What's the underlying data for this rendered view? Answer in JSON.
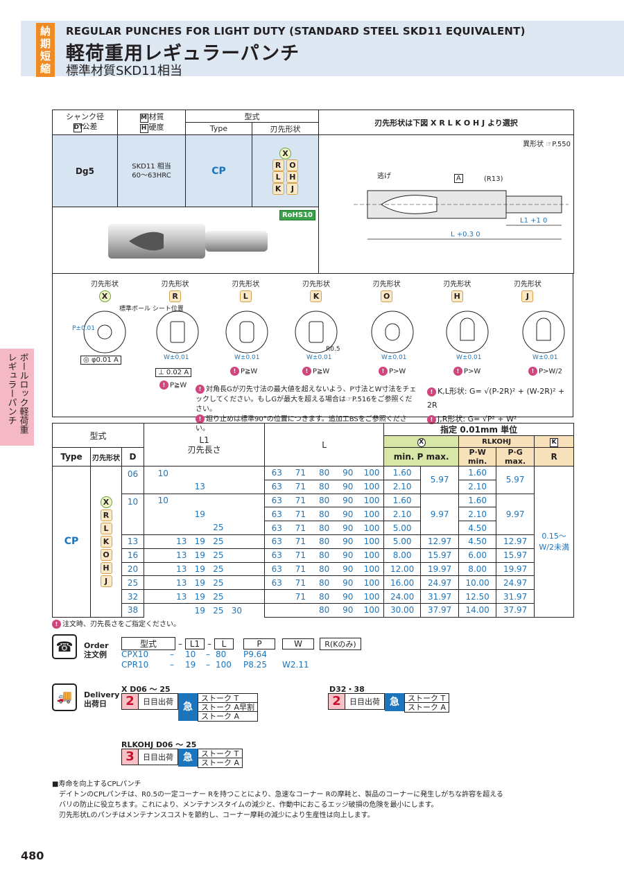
{
  "header": {
    "tag_chars": [
      "納",
      "期",
      "短",
      "縮"
    ],
    "title_en": "REGULAR PUNCHES FOR LIGHT DUTY (STANDARD STEEL SKD11 EQUIVALENT)",
    "title_jp": "軽荷重用レギュラーパンチ",
    "subtitle": "標準材質SKD11相当"
  },
  "side_tab": "ボールロック軽荷重レギュラーパンチ",
  "spec": {
    "col1_head1": "シャンク径",
    "col1_head2": "公差",
    "col1_mark": "DT",
    "col2_head1": "材質",
    "col2_head2": "硬度",
    "col2_mark1": "M",
    "col2_mark2": "H",
    "col3_head": "型式",
    "col3a": "Type",
    "col3b": "刃先形状",
    "dim_head": "刃先形状は下図 X R L K O H J より選択",
    "shank": "Dg5",
    "material": "SKD11 相当",
    "hardness": "60～63HRC",
    "type": "CP",
    "shapes": [
      "X",
      "R",
      "O",
      "L",
      "H",
      "K",
      "J"
    ],
    "rohs": "RoHS10",
    "odd_shape": "異形状 ☞P.550",
    "dim_labels": {
      "relief": "逃げ",
      "r13": "(R13)",
      "a": "A",
      "l1": "L1 +1 0",
      "l": "L +0.3 0"
    }
  },
  "shapes_row": [
    {
      "label": "刃先形状",
      "code": "X",
      "note": "標準ボール シート位置",
      "tol": "◎ φ0.01 A",
      "dim": "P±0.01"
    },
    {
      "label": "刃先形状",
      "code": "R",
      "tol": "⊥ 0.02 A",
      "cond": "P≧W",
      "dim": "W±0.01"
    },
    {
      "label": "刃先形状",
      "code": "L",
      "cond": "P≧W",
      "dim": "W±0.01"
    },
    {
      "label": "刃先形状",
      "code": "K",
      "cond": "P≧W",
      "dim": "W±0.01",
      "r": "R0.5"
    },
    {
      "label": "刃先形状",
      "code": "O",
      "cond": "P>W",
      "dim": "W±0.01"
    },
    {
      "label": "刃先形状",
      "code": "H",
      "cond": "P>W",
      "dim": "W±0.01"
    },
    {
      "label": "刃先形状",
      "code": "J",
      "cond": "P>W/2",
      "dim": "W±0.01"
    }
  ],
  "shape_notes": [
    "対角長Gが刃先寸法の最大値を超えないよう、P寸法とW寸法をチェックしてください。もしGが最大を超える場合は☞P.516をご参照ください。",
    "廻り止めは標準90°の位置につきます。追加工BSをご参照ください。"
  ],
  "formulas": [
    {
      "label": "K,L形状:",
      "expr": "G= √(P-2R)² + (W-2R)² + 2R"
    },
    {
      "label": "J,R形状:",
      "expr": "G= √P² + W²"
    }
  ],
  "table": {
    "h_type": "型式",
    "h_type_a": "Type",
    "h_type_b": "刃先形状",
    "h_d": "D",
    "h_l1": "L1",
    "h_l1_sub": "刃先長さ",
    "h_l": "L",
    "h_unit": "指定 0.01mm 単位",
    "h_x": "X",
    "h_rlkohj": "RLKOHJ",
    "h_k": "K",
    "h_minp": "min. P max.",
    "h_pwmin": "P·W min.",
    "h_pgmax": "P·G max.",
    "h_r": "R",
    "type": "CP",
    "shape_codes": [
      "X",
      "R",
      "L",
      "K",
      "O",
      "H",
      "J"
    ],
    "r_value": "0.15～W/2未満",
    "rows": [
      {
        "d": "06",
        "l1": [
          "10",
          "",
          ""
        ],
        "l": [
          "63",
          "71",
          "80",
          "90",
          "100"
        ],
        "xmin": "1.60",
        "xmax": "5.97",
        "pw": "1.60",
        "pg": "5.97"
      },
      {
        "d": "",
        "l1": [
          "",
          "13",
          ""
        ],
        "l": [
          "63",
          "71",
          "80",
          "90",
          "100"
        ],
        "xmin": "2.10",
        "xmax": "",
        "pw": "2.10",
        "pg": ""
      },
      {
        "d": "10",
        "l1": [
          "10",
          "",
          ""
        ],
        "l": [
          "63",
          "71",
          "80",
          "90",
          "100"
        ],
        "xmin": "1.60",
        "xmax": "9.97",
        "pw": "1.60",
        "pg": "9.97"
      },
      {
        "d": "",
        "l1": [
          "",
          "19",
          ""
        ],
        "l": [
          "63",
          "71",
          "80",
          "90",
          "100"
        ],
        "xmin": "2.10",
        "xmax": "",
        "pw": "2.10",
        "pg": ""
      },
      {
        "d": "",
        "l1": [
          "",
          "",
          "25"
        ],
        "l": [
          "63",
          "71",
          "80",
          "90",
          "100"
        ],
        "xmin": "5.00",
        "xmax": "",
        "pw": "4.50",
        "pg": ""
      },
      {
        "d": "13",
        "l1": [
          "13",
          "19",
          "25"
        ],
        "l": [
          "63",
          "71",
          "80",
          "90",
          "100"
        ],
        "xmin": "5.00",
        "xmax": "12.97",
        "pw": "4.50",
        "pg": "12.97"
      },
      {
        "d": "16",
        "l1": [
          "13",
          "19",
          "25"
        ],
        "l": [
          "63",
          "71",
          "80",
          "90",
          "100"
        ],
        "xmin": "8.00",
        "xmax": "15.97",
        "pw": "6.00",
        "pg": "15.97"
      },
      {
        "d": "20",
        "l1": [
          "13",
          "19",
          "25"
        ],
        "l": [
          "63",
          "71",
          "80",
          "90",
          "100"
        ],
        "xmin": "12.00",
        "xmax": "19.97",
        "pw": "8.00",
        "pg": "19.97"
      },
      {
        "d": "25",
        "l1": [
          "13",
          "19",
          "25"
        ],
        "l": [
          "63",
          "71",
          "80",
          "90",
          "100"
        ],
        "xmin": "16.00",
        "xmax": "24.97",
        "pw": "10.00",
        "pg": "24.97"
      },
      {
        "d": "32",
        "l1": [
          "13",
          "19",
          "25"
        ],
        "l": [
          "",
          "71",
          "80",
          "90",
          "100"
        ],
        "xmin": "24.00",
        "xmax": "31.97",
        "pw": "12.50",
        "pg": "31.97"
      },
      {
        "d": "38",
        "l1": [
          "19",
          "25",
          "30"
        ],
        "l": [
          "",
          "",
          "80",
          "90",
          "100"
        ],
        "xmin": "30.00",
        "xmax": "37.97",
        "pw": "14.00",
        "pg": "37.97"
      }
    ],
    "footnote": "注文時、刃先長さをご指定ください。"
  },
  "order": {
    "label_en": "Order",
    "label_jp": "注文例",
    "cols": [
      "型式",
      "L1",
      "L",
      "P",
      "W",
      "R(Kのみ)"
    ],
    "ex1": [
      "CPX10",
      "10",
      "80",
      "P9.64",
      ""
    ],
    "ex2": [
      "CPR10",
      "19",
      "100",
      "P8.25",
      "W2.11"
    ]
  },
  "delivery": {
    "label_en": "Delivery",
    "label_jp": "出荷日",
    "g1_title": "X D06 ～ 25",
    "g1_days": "2",
    "g1_strokes": [
      "ストーク T",
      "ストーク A早割",
      "ストーク A"
    ],
    "g2_title": "D32・38",
    "g2_days": "2",
    "g2_strokes": [
      "ストーク T",
      "ストーク A"
    ],
    "g3_title": "RLKOHJ D06 ～ 25",
    "g3_days": "3",
    "g3_strokes": [
      "ストーク T",
      "ストーク A"
    ],
    "days_label": "日目出荷",
    "kyu": "急"
  },
  "bottom": {
    "heading": "■寿命を向上するCPLパンチ",
    "lines": [
      "デイトンのCPLパンチは、R0.5の一定コーナー Rを持つことにより、急速なコーナー Rの摩耗と、製品のコーナーに発生しがちな許容を超える",
      "バリの防止に役立ちます。これにより、メンテナンスタイムの減少と、作動中におこるエッジ破損の危険を最小にします。",
      "刃先形状Lのパンチはメンテナンスコストを節約し、コーナー摩耗の減少により生産性は向上します。"
    ],
    "page": "480"
  }
}
